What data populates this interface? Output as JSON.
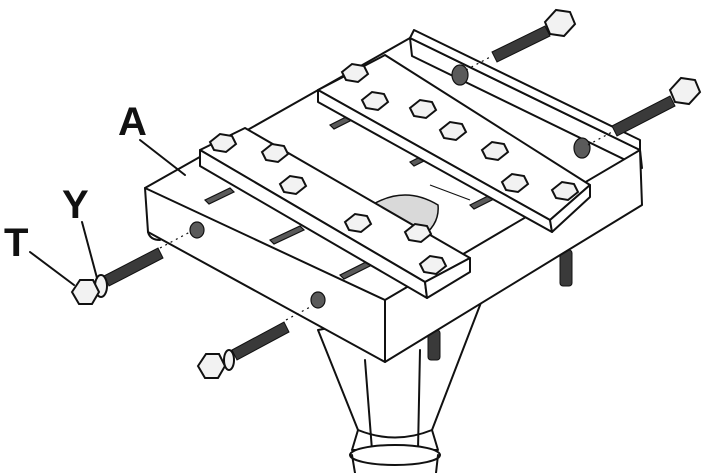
{
  "labels": {
    "a": "A",
    "y": "Y",
    "t": "T"
  },
  "colors": {
    "line": "#111111",
    "background": "#ffffff",
    "shade": "#d9d9d9"
  }
}
